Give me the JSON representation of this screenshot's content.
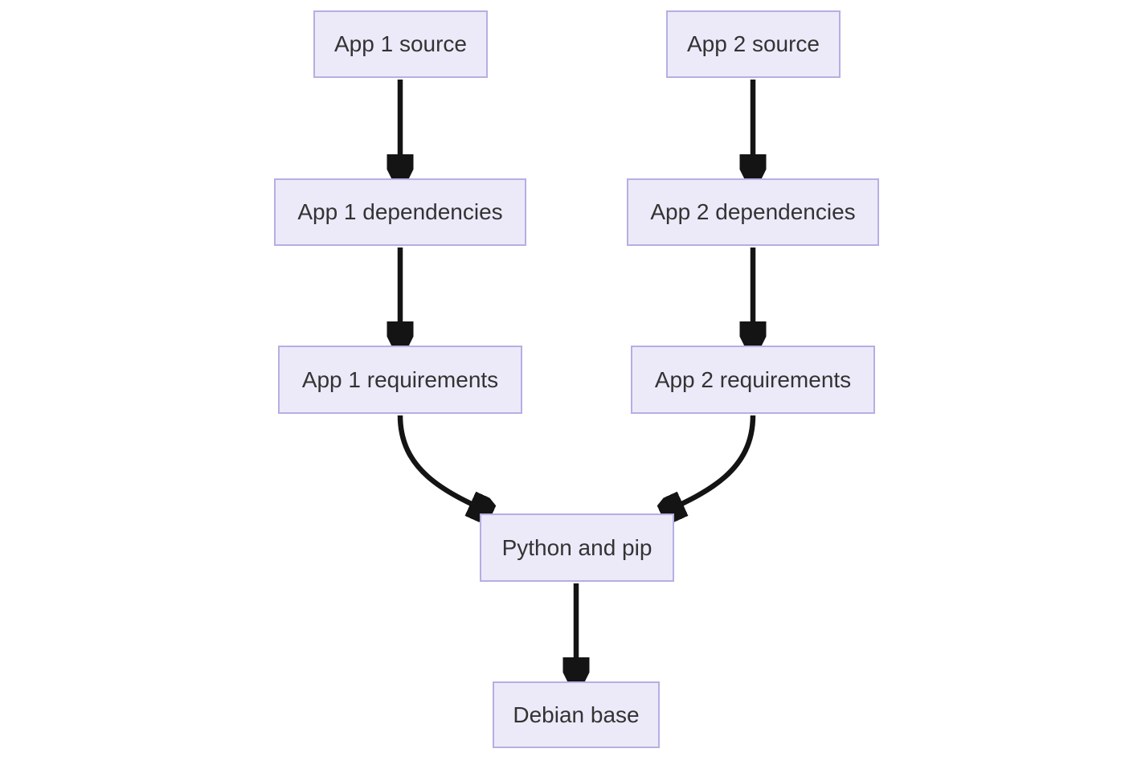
{
  "diagram": {
    "type": "flowchart",
    "direction": "top-down",
    "background_color": "#ffffff",
    "node_fill_color": "#eceaf9",
    "node_border_color": "#b5afe3",
    "edge_color": "#141414",
    "text_color": "#333333",
    "nodes": [
      {
        "id": "app1-source",
        "label": "App 1 source"
      },
      {
        "id": "app2-source",
        "label": "App 2 source"
      },
      {
        "id": "app1-dependencies",
        "label": "App 1 dependencies"
      },
      {
        "id": "app2-dependencies",
        "label": "App 2 dependencies"
      },
      {
        "id": "app1-requirements",
        "label": "App 1 requirements"
      },
      {
        "id": "app2-requirements",
        "label": "App 2 requirements"
      },
      {
        "id": "python-and-pip",
        "label": "Python and pip"
      },
      {
        "id": "debian-base",
        "label": "Debian base"
      }
    ],
    "edges": [
      {
        "from": "App 1 source",
        "to": "App 1 dependencies"
      },
      {
        "from": "App 2 source",
        "to": "App 2 dependencies"
      },
      {
        "from": "App 1 dependencies",
        "to": "App 1 requirements"
      },
      {
        "from": "App 2 dependencies",
        "to": "App 2 requirements"
      },
      {
        "from": "App 1 requirements",
        "to": "Python and pip"
      },
      {
        "from": "App 2 requirements",
        "to": "Python and pip"
      },
      {
        "from": "Python and pip",
        "to": "Debian base"
      }
    ]
  }
}
